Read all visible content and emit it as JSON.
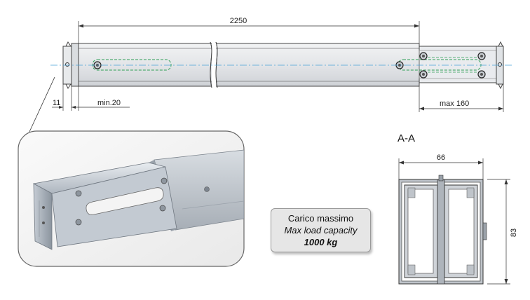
{
  "dimensions": {
    "total_length": "2250",
    "end_offset": "11",
    "min_extension": "min.20",
    "max_extension": "max 160",
    "section_width": "66",
    "section_height": "83"
  },
  "section": {
    "label": "A-A"
  },
  "capacity": {
    "line1": "Carico massimo",
    "line2": "Max load capacity",
    "line3": "1000 kg"
  },
  "colors": {
    "outline": "#333333",
    "centerline": "#4aa3d8",
    "hidden_line": "#2e9e56",
    "metal_light": "#dfe3e8",
    "metal_dark": "#9aa3ad",
    "background": "#ffffff"
  }
}
